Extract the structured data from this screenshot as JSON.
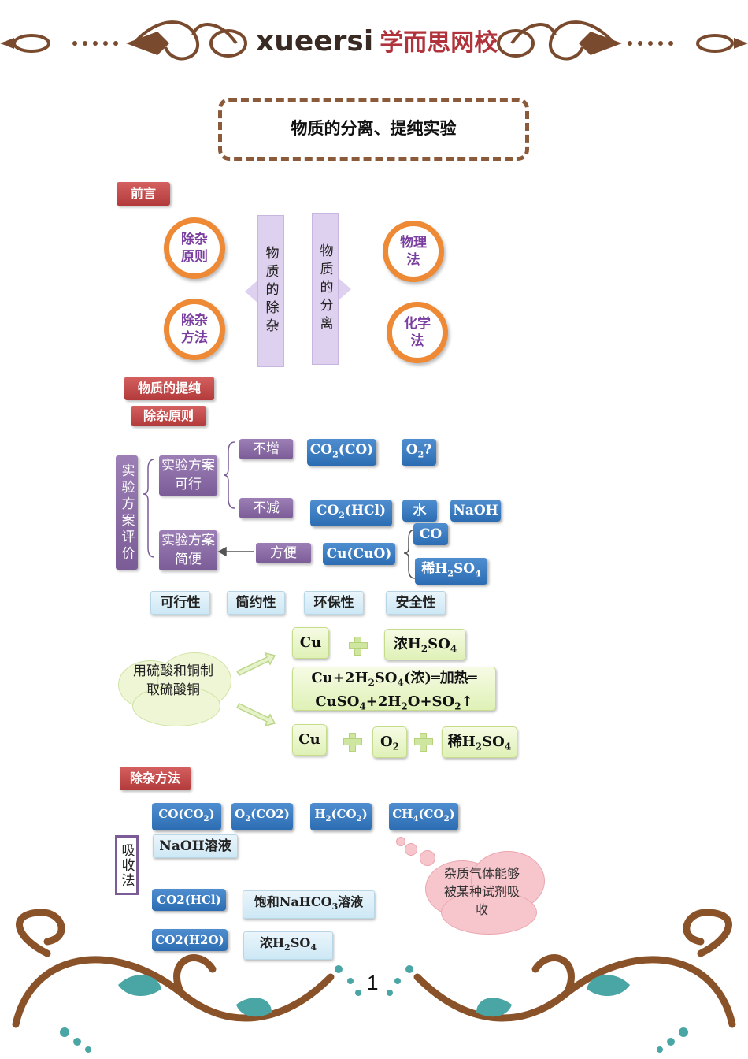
{
  "header": {
    "brand_en": "xueersi",
    "brand_cn": "学而思网校"
  },
  "title": "物质的分离、提纯实验",
  "preface": {
    "tag": "前言",
    "circles": [
      "除杂原则",
      "除杂方法",
      "物理法",
      "化学法"
    ],
    "columns": [
      "物质的除杂",
      "物质的分离"
    ]
  },
  "purification": {
    "tag": "物质的提纯",
    "subtag": "除杂原则",
    "eval_label": "实验方案评价",
    "feasible": "实验方案可行",
    "simple": "实验方案简便",
    "no_increase": "不增",
    "no_decrease": "不减",
    "convenient": "方便",
    "boxes": [
      "CO2(CO)",
      "O2?",
      "CO2(HCl)",
      "水",
      "NaOH",
      "Cu(CuO)",
      "CO",
      "稀H2SO4"
    ],
    "properties": [
      "可行性",
      "简约性",
      "环保性",
      "安全性"
    ]
  },
  "copper": {
    "cloud": "用硫酸和铜制取硫酸铜",
    "route1": [
      "Cu",
      "浓H2SO4"
    ],
    "equation_line1": "Cu+2H2SO4(浓)═加热═",
    "equation_line2": "CuSO4+2H2O+SO2↑",
    "route2": [
      "Cu",
      "O2",
      "稀H2SO4"
    ]
  },
  "methods": {
    "tag": "除杂方法",
    "gases": [
      "CO(CO2)",
      "O2(CO2)",
      "H2(CO2)",
      "CH4(CO2)"
    ],
    "absorb_label": "吸收法",
    "naoh": "NaOH溶液",
    "row2": [
      "CO2(HCl)",
      "饱和NaHCO3溶液"
    ],
    "row3": [
      "CO2(H2O)",
      "浓H2SO4"
    ],
    "cloud": "杂质气体能够被某种试剂吸收"
  },
  "page_number": "1",
  "colors": {
    "red": "#b23a3a",
    "purple": "#7b5c97",
    "blue": "#2c6cb2",
    "orange": "#ee8a35",
    "brown": "#8a5a3a",
    "teal": "#4aa6a4"
  }
}
